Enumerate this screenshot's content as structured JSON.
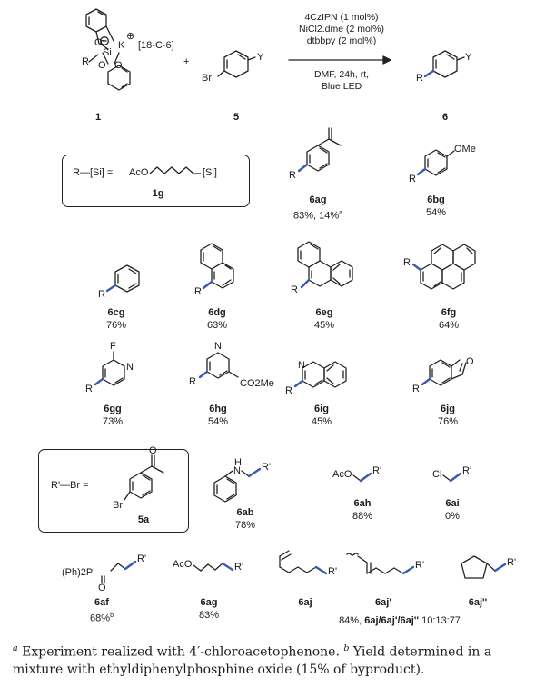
{
  "reaction": {
    "reagent1_label": "1",
    "reagent1_si": "Si",
    "reagent1_r": "R",
    "reagent1_counterion": "K",
    "reagent1_crown": "[18-C-6]",
    "reagent5_label": "5",
    "reagent5_br": "Br",
    "reagent5_y": "Y",
    "plus": "+",
    "product_label": "6",
    "product_r": "R",
    "product_y": "Y",
    "conditions_above": [
      "4CzIPN (1 mol%)",
      "NiCl2.dme (2 mol%)",
      "dtbbpy (2 mol%)"
    ],
    "conditions_below": [
      "DMF, 24h, rt,",
      "Blue LED"
    ]
  },
  "definition_1g": {
    "lhs": "R—[Si]  =",
    "aco": "AcO",
    "si": "[Si]",
    "label": "1g"
  },
  "definition_5a": {
    "lhs": "R'—Br   =",
    "br": "Br",
    "label": "5a"
  },
  "compounds": [
    {
      "id": "6ag",
      "yield": "83%, 14%",
      "yield_note": "a",
      "sub": "",
      "r": "R"
    },
    {
      "id": "6bg",
      "yield": "54%",
      "sub": "OMe",
      "r": "R"
    },
    {
      "id": "6cg",
      "yield": "76%",
      "r": "R"
    },
    {
      "id": "6dg",
      "yield": "63%",
      "r": "R"
    },
    {
      "id": "6eg",
      "yield": "45%",
      "r": "R"
    },
    {
      "id": "6fg",
      "yield": "64%",
      "r": "R"
    },
    {
      "id": "6gg",
      "yield": "73%",
      "sub": "F",
      "n": "N",
      "r": "R"
    },
    {
      "id": "6hg",
      "yield": "54%",
      "sub": "CO2Me",
      "n": "N",
      "r": "R"
    },
    {
      "id": "6ig",
      "yield": "45%",
      "n": "N",
      "r": "R"
    },
    {
      "id": "6jg",
      "yield": "76%",
      "o": "O",
      "r": "R"
    },
    {
      "id": "6ab",
      "yield": "78%",
      "nh": "H",
      "n": "N",
      "r": "R'"
    },
    {
      "id": "6ah",
      "yield": "88%",
      "pre": "AcO",
      "r": "R'"
    },
    {
      "id": "6ai",
      "yield": "0%",
      "pre": "Cl",
      "r": "R'"
    },
    {
      "id": "6af",
      "yield": "68%",
      "yield_note": "b",
      "pre": "(Ph)2P",
      "o": "O",
      "r": "R'"
    },
    {
      "id": "6ag",
      "yield": "83%",
      "pre": "AcO",
      "r": "R'"
    },
    {
      "id": "6aj",
      "r": "R'"
    },
    {
      "id": "6aj'",
      "r": "R'"
    },
    {
      "id": "6aj''",
      "r": "R'"
    }
  ],
  "mixture_yield": {
    "prefix": "84%,",
    "ratio_label": "6aj/6aj'/6aj''",
    "ratio": "10:13:77"
  },
  "footnotes": {
    "a_mark": "a",
    "a_text": "Experiment realized with 4′-chloroacetophenone.",
    "b_mark": "b",
    "b_text": "Yield determined in a mixture with ethyldiphenylphosphine oxide (15% of byproduct)."
  },
  "colors": {
    "bond": "#222222",
    "highlight": "#3a59b0"
  }
}
